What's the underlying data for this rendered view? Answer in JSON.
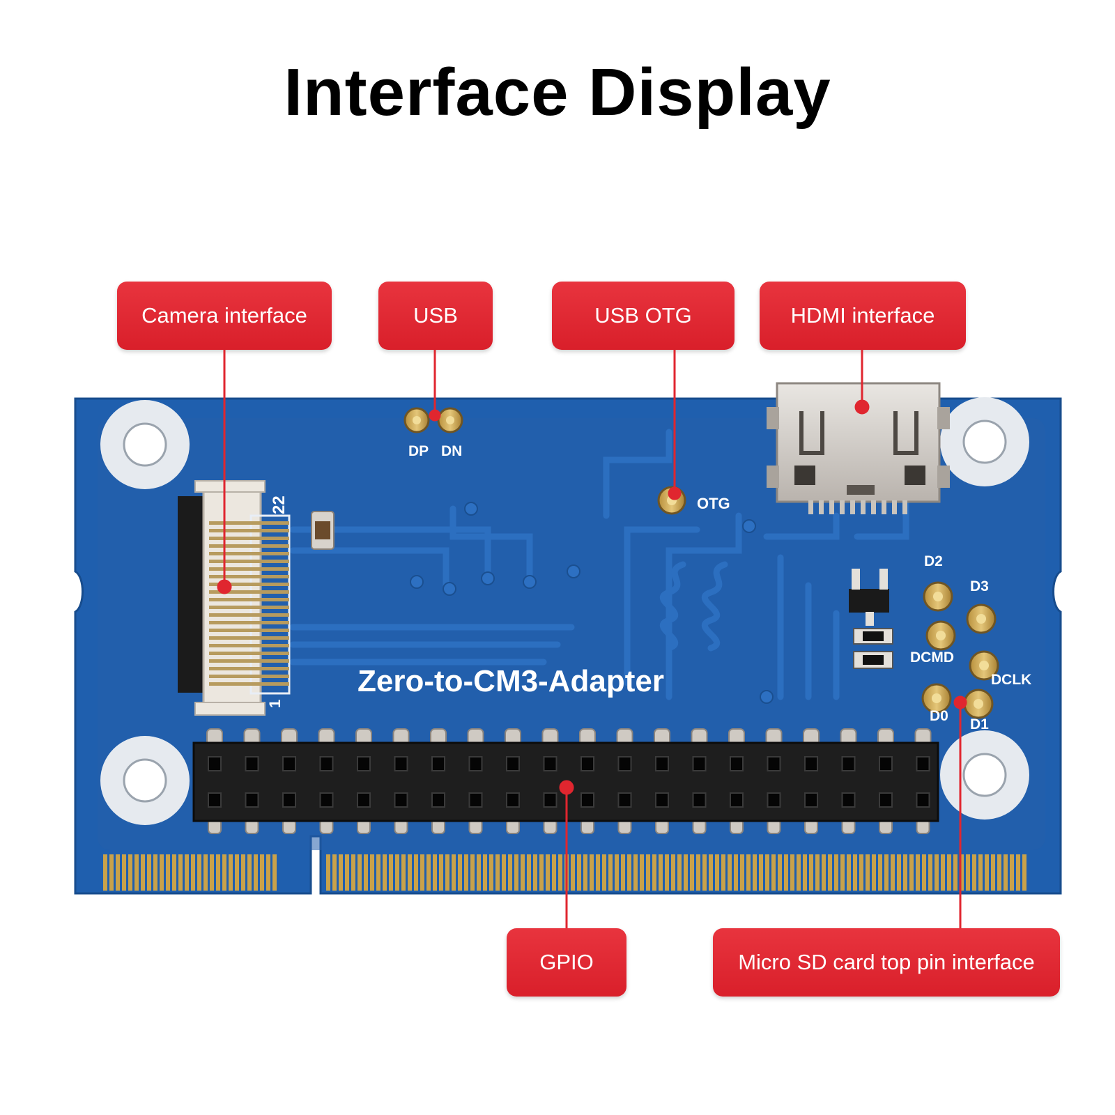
{
  "title": "Interface Display",
  "board": {
    "name": "Zero-to-CM3-Adapter",
    "silkscreen": {
      "dp": "DP",
      "dn": "DN",
      "otg": "OTG",
      "d2": "D2",
      "d3": "D3",
      "dcmd": "DCMD",
      "dclk": "DCLK",
      "d0": "D0",
      "d1": "D1",
      "pin22": "22",
      "pin1": "1"
    }
  },
  "callouts": {
    "camera": "Camera interface",
    "usb": "USB",
    "usb_otg": "USB OTG",
    "hdmi": "HDMI interface",
    "gpio": "GPIO",
    "microsd": "Micro SD card top pin interface"
  },
  "colors": {
    "board": "#1f5fae",
    "callout": "#e0262f",
    "connector": "#1a1a1a",
    "gold": "#c9a24a"
  }
}
